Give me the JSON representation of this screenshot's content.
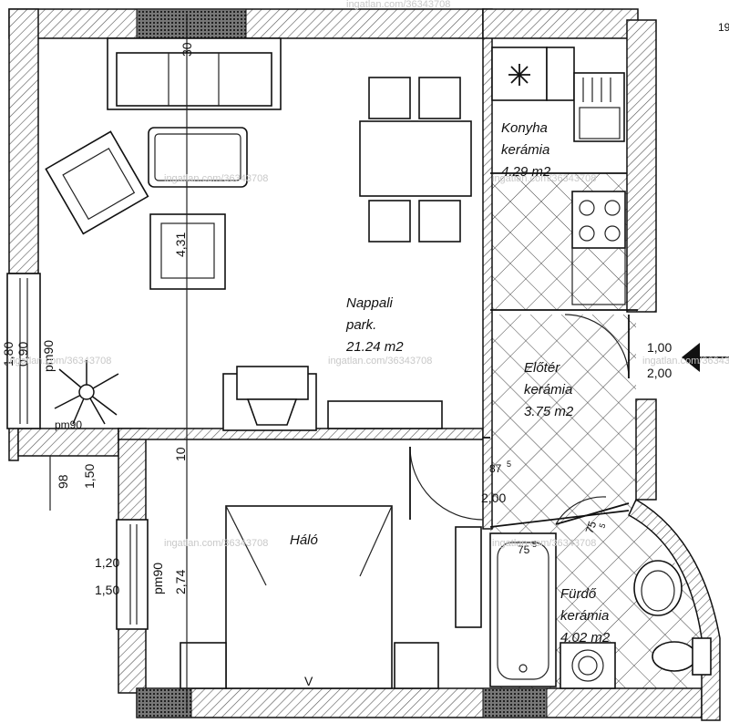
{
  "rooms": {
    "living": {
      "name": "Nappali",
      "floor": "park.",
      "area": "21.24 m2"
    },
    "kitchen": {
      "name": "Konyha",
      "floor": "kerámia",
      "area": "4.29 m2"
    },
    "hall": {
      "name": "Előtér",
      "floor": "kerámia",
      "area": "3.75 m2"
    },
    "bedroom": {
      "name": "Háló"
    },
    "bath": {
      "name": "Fürdő",
      "floor": "kerámia",
      "area": "4.02 m2"
    }
  },
  "dimensions": {
    "top_door": "30",
    "armchair": "4,31",
    "window_left_top": "1,80",
    "window_left_bottom": "0,90",
    "parapet_left": "pm90",
    "parapet_left2": "pm90",
    "corner_a": "98",
    "corner_b": "1,50",
    "wall_mid": "10",
    "door_bed_top": "87",
    "door_bed_exp": "5",
    "door_bed_bottom": "2,00",
    "window_bed_top": "1,20",
    "window_bed_bottom": "1,50",
    "parapet_bed": "pm90",
    "bed_height": "2,74",
    "entry_top": "1,00",
    "entry_bottom": "2,00",
    "bath_door": "75",
    "bath_door2": "5",
    "bath_door3": "75",
    "bath_door4": "5",
    "right_edge": "19",
    "bed_mark": "V"
  },
  "watermarks": [
    "ingatlan.com/36343708",
    "ingatlan.com/36343708",
    "ingatlan.com/36343708",
    "ingatlan.com/36343708",
    "ingatlan.com/36343708",
    "ingatlan.com/36343708",
    "ingatlan.com/36343708",
    "ingatlan.com/36343708"
  ]
}
